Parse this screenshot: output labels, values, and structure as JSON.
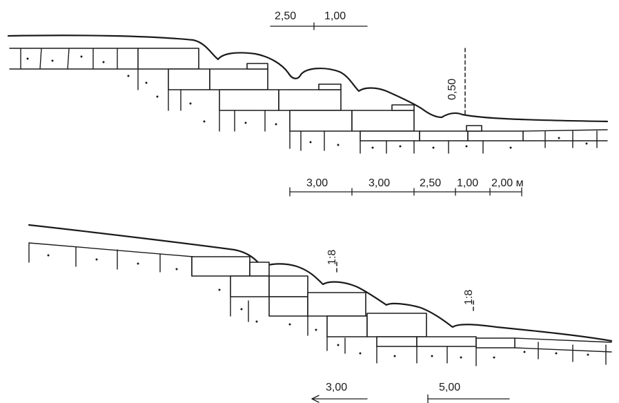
{
  "top_section": {
    "top_dims": [
      "2,50",
      "1,00"
    ],
    "vertical_dim": "0,50",
    "bottom_dims": [
      "3,00",
      "3,00",
      "2,50",
      "1,00",
      "2,00 м"
    ]
  },
  "bottom_section": {
    "vertical_dims": [
      "1:8",
      "1:8"
    ],
    "bottom_dims": [
      "3,00",
      "5,00"
    ]
  }
}
